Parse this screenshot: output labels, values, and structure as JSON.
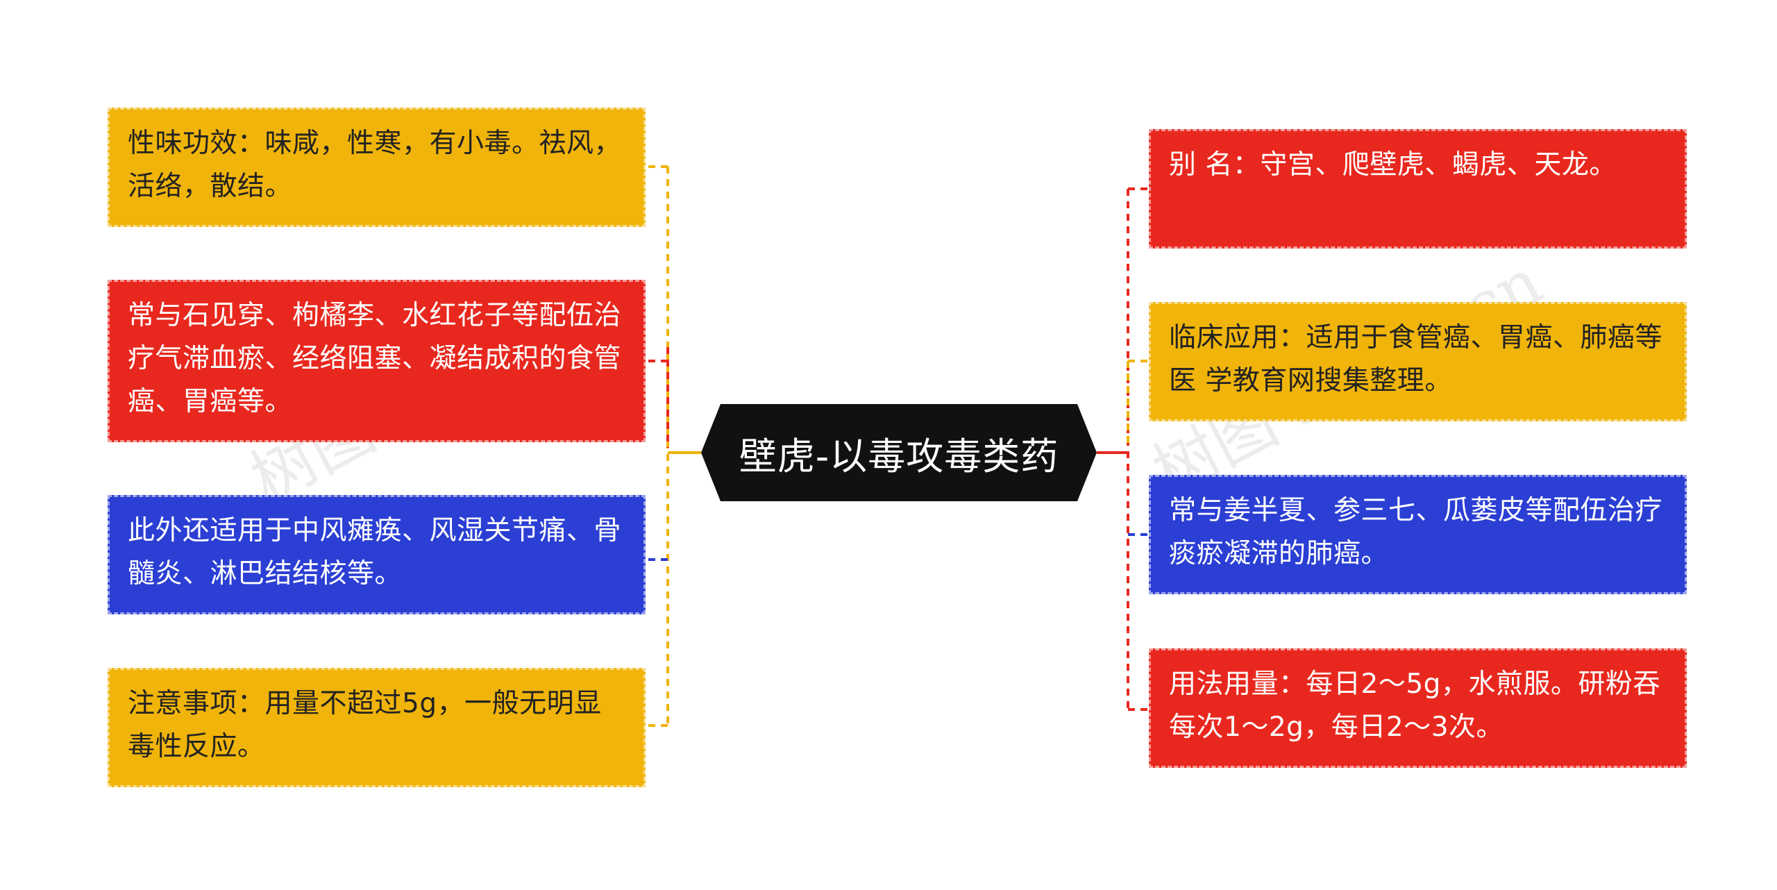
{
  "center": {
    "title": "壁虎-以毒攻毒类药"
  },
  "left_nodes": [
    {
      "text": "性味功效：味咸，性寒，有小毒。祛风，活络，散结。",
      "color": "yellow"
    },
    {
      "text": "常与石见穿、枸橘李、水红花子等配伍治疗气滞血瘀、经络阻塞、凝结成积的食管癌、胃癌等。",
      "color": "red"
    },
    {
      "text": "此外还适用于中风瘫痪、风湿关节痛、骨髓炎、淋巴结结核等。",
      "color": "blue"
    },
    {
      "text": "注意事项：用量不超过5g，一般无明显毒性反应。",
      "color": "yellow"
    }
  ],
  "right_nodes": [
    {
      "text": "别 名：守宫、爬壁虎、蝎虎、天龙。",
      "color": "red"
    },
    {
      "text": "临床应用：适用于食管癌、胃癌、肺癌等医 学教育网搜集整理。",
      "color": "yellow"
    },
    {
      "text": "常与姜半夏、参三七、瓜蒌皮等配伍治疗痰瘀凝滞的肺癌。",
      "color": "blue"
    },
    {
      "text": "用法用量：每日2～5g，水煎服。研粉吞每次1～2g，每日2～3次。",
      "color": "red"
    }
  ],
  "watermarks": [
    "树图 shutu.cn",
    "树图 shutu.cn"
  ],
  "colors": {
    "red": "#e8281e",
    "yellow": "#f0b40a",
    "blue": "#2b3fd4",
    "center": "#111111"
  }
}
